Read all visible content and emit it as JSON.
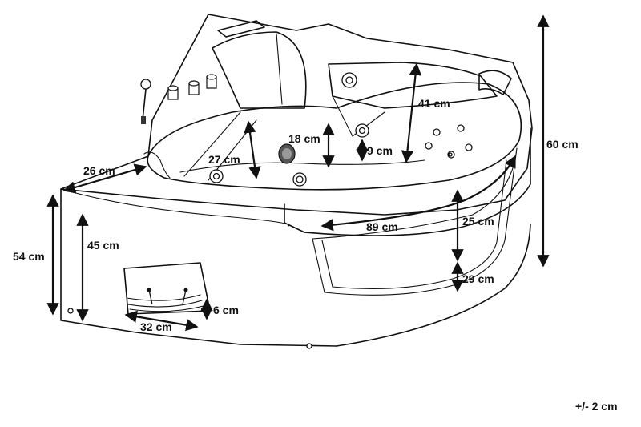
{
  "dimensions": {
    "rim_left": "26 cm",
    "depth_left": "27 cm",
    "depth_center": "18 cm",
    "seat_step": "9 cm",
    "back_height": "41 cm",
    "front_width": "89 cm",
    "panel_upper": "25 cm",
    "panel_lower": "29 cm",
    "total_height": "60 cm",
    "side_height": "54 cm",
    "side_inner_height": "45 cm",
    "shelf_height": "6 cm",
    "shelf_width": "32 cm"
  },
  "tolerance": "+/- 2 cm"
}
